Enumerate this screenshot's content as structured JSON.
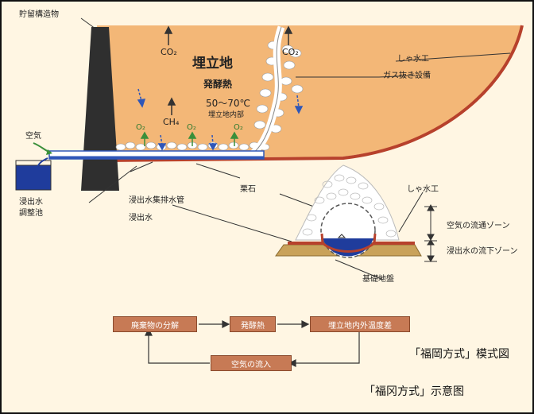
{
  "diagram": {
    "labels": {
      "storage_structure": "貯留構造物",
      "co2_left": "CO₂",
      "co2_right": "CO₂",
      "landfill": "埋立地",
      "fermentation_heat": "発酵熱",
      "temperature_range": "50～70℃",
      "landfill_inside": "埋立地内部",
      "ch4": "CH₄",
      "o2_1": "O₂",
      "o2_2": "O₂",
      "o2_3": "O₂",
      "air": "空気",
      "liner": "しゃ水工",
      "gas_vent": "ガス抜き設備",
      "leachate_pond": "浸出水\n調整池",
      "collection_pipe": "浸出水集排水管",
      "gravel": "栗石",
      "leachate": "浸出水",
      "liner_2": "しゃ水工",
      "air_zone": "空気の流通ゾーン",
      "leachate_zone": "浸出水の流下ゾーン",
      "foundation": "基礎地盤"
    },
    "flow": {
      "decomposition": "廃棄物の分解",
      "heat": "発酵熱",
      "temp_diff": "埋立地内外温度差",
      "air_inflow": "空気の流入"
    },
    "captions": {
      "japanese": "「福岡方式」模式図",
      "chinese": "「福冈方式」示意图"
    },
    "colors": {
      "landfill_fill": "#f3b777",
      "liner": "#b7412c",
      "water": "#1f3c9c",
      "pipe": "#2e56b8",
      "flow_box": "#c77a55",
      "background": "#fff6e3"
    }
  }
}
